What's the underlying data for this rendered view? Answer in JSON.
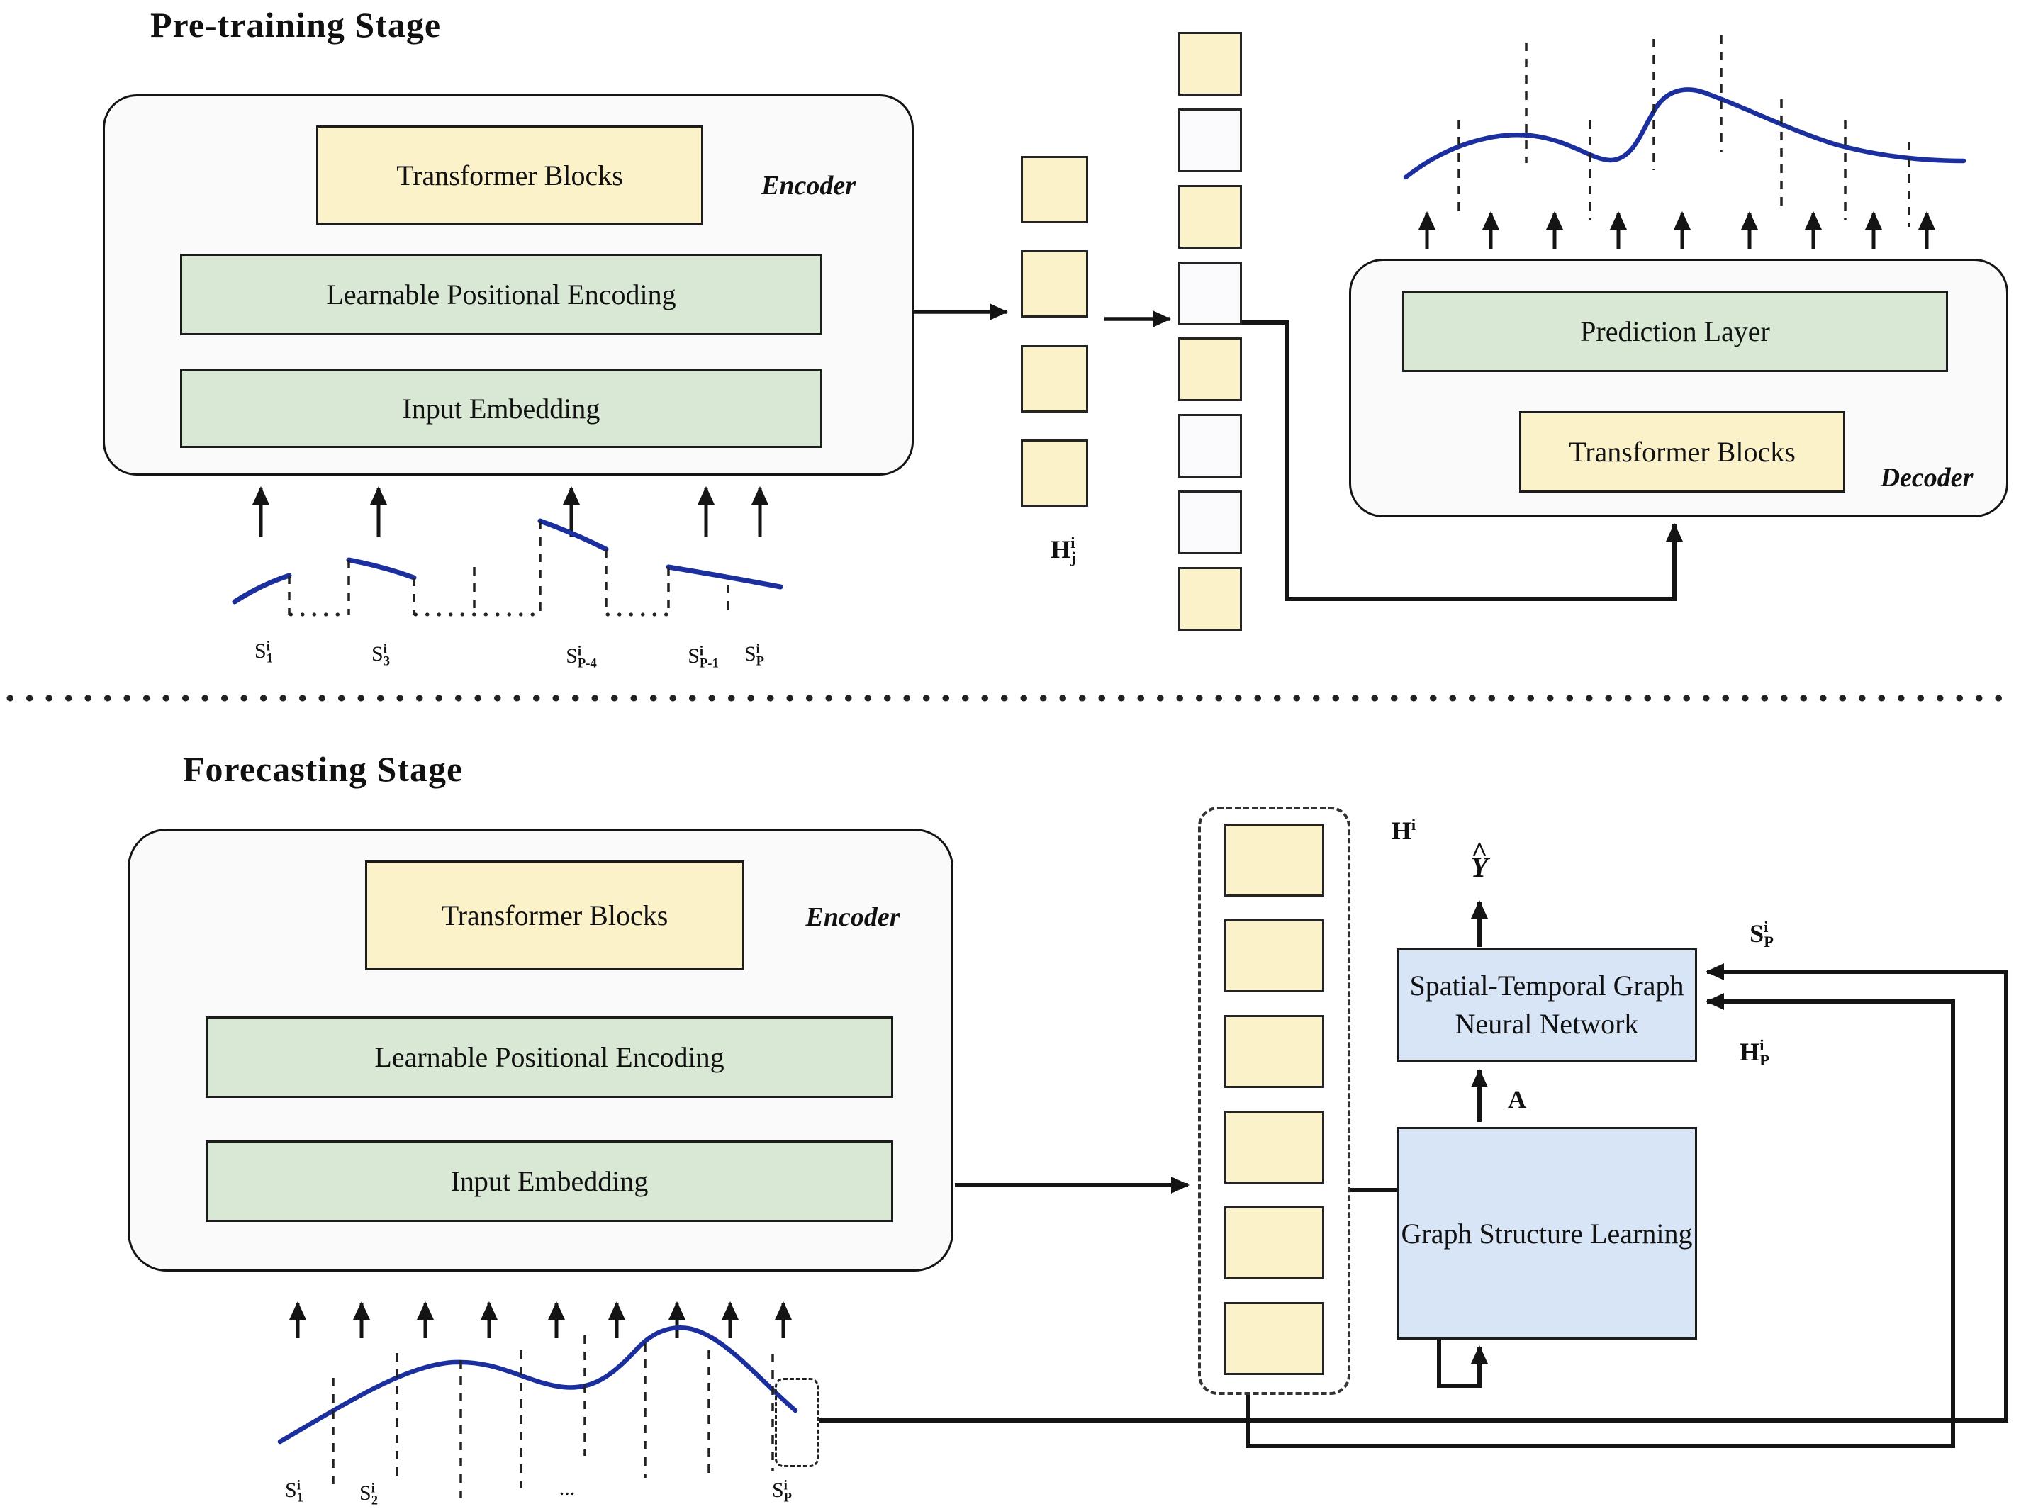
{
  "colors": {
    "token_fill": "#fcf2ca",
    "token_masked": "#fbfbfd",
    "block_green": "#d9e8d4",
    "block_blue": "#d7e5f7",
    "container_fill": "#fafafa",
    "curve_blue": "#1b2f9e",
    "line_black": "#141414"
  },
  "pretraining": {
    "title": "Pre-training Stage",
    "encoder": {
      "label": "Encoder",
      "transformer": "Transformer Blocks",
      "positional": "Learnable Positional Encoding",
      "embedding": "Input Embedding"
    },
    "decoder": {
      "label": "Decoder",
      "prediction": "Prediction Layer",
      "transformer": "Transformer Blocks"
    },
    "hidden_label": {
      "base": "H",
      "sup": "i",
      "sub": "j"
    },
    "h_tokens": [
      "filled",
      "filled",
      "filled",
      "filled"
    ],
    "mask_tokens": [
      "filled",
      "masked",
      "filled",
      "masked",
      "filled",
      "masked",
      "masked",
      "filled"
    ],
    "segments": [
      {
        "base": "S",
        "sup": "i",
        "sub": "1"
      },
      {
        "base": "S",
        "sup": "i",
        "sub": "3"
      },
      {
        "base": "S",
        "sup": "i",
        "sub": "P-4"
      },
      {
        "base": "S",
        "sup": "i",
        "sub": "P-1"
      },
      {
        "base": "S",
        "sup": "i",
        "sub": "P"
      }
    ]
  },
  "forecasting": {
    "title": "Forecasting Stage",
    "encoder": {
      "label": "Encoder",
      "transformer": "Transformer Blocks",
      "positional": "Learnable Positional Encoding",
      "embedding": "Input Embedding"
    },
    "hidden_label": {
      "base": "H",
      "sup": "i"
    },
    "h_tokens": [
      "filled",
      "filled",
      "filled",
      "filled",
      "filled",
      "filled"
    ],
    "stgnn": {
      "line1": "Spatial-Temporal Graph",
      "line2": "Neural Network"
    },
    "gsl": "Graph Structure Learning",
    "adjacency": "A",
    "output": {
      "hat": "^",
      "base": "Y"
    },
    "sp_label": {
      "base": "S",
      "sup": "i",
      "sub": "P"
    },
    "hp_label": {
      "base": "H",
      "sup": "i",
      "sub": "P"
    },
    "segments": [
      {
        "base": "S",
        "sup": "i",
        "sub": "1"
      },
      {
        "base": "S",
        "sup": "i",
        "sub": "2"
      },
      {
        "base": "...",
        "sup": "",
        "sub": ""
      },
      {
        "base": "S",
        "sup": "i",
        "sub": "P"
      }
    ]
  }
}
